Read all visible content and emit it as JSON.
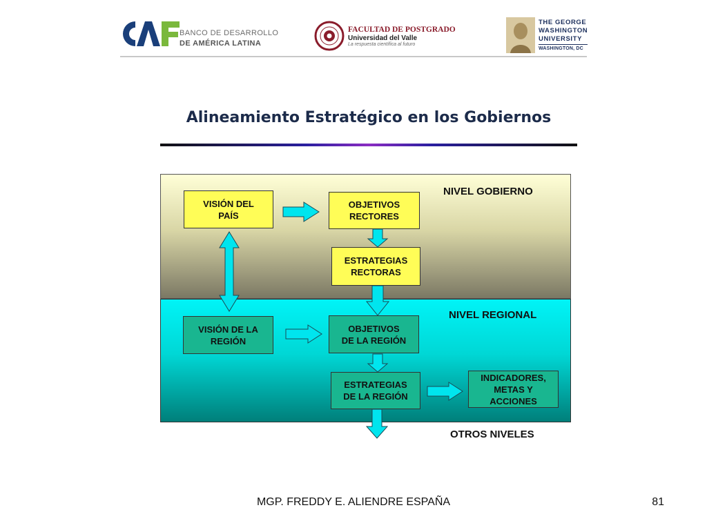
{
  "header": {
    "caf": {
      "mark": "CAF",
      "line1": "BANCO DE DESARROLLO",
      "line2": "DE AMÉRICA LATINA"
    },
    "valle": {
      "line1": "FACULTAD DE POSTGRADO",
      "line2": "Universidad del Valle",
      "line3": "La respuesta científica al futuro"
    },
    "gwu": {
      "line1": "THE GEORGE",
      "line2": "WASHINGTON",
      "line3": "UNIVERSITY",
      "line4": "WASHINGTON, DC"
    }
  },
  "title": "Alineamiento Estratégico en los Gobiernos",
  "diagram": {
    "levels": {
      "gobierno": "NIVEL GOBIERNO",
      "regional": "NIVEL REGIONAL",
      "otros": "OTROS NIVELES"
    },
    "nodes": {
      "vision_pais": "VISIÓN DEL\nPAÍS",
      "objetivos_rectores": "OBJETIVOS\nRECTORES",
      "estrategias_rectoras": "ESTRATEGIAS\nRECTORAS",
      "vision_region": "VISIÓN DE LA\nREGIÓN",
      "objetivos_region": "OBJETIVOS\nDE LA REGIÓN",
      "estrategias_region": "ESTRATEGIAS\nDE LA REGIÓN",
      "indicadores": "INDICADORES,\nMETAS Y\nACCIONES"
    },
    "colors": {
      "node_gobierno": "#fffd57",
      "node_regional": "#19b690",
      "arrow": "#00e5ee"
    }
  },
  "footer": {
    "author": "MGP. FREDDY E. ALIENDRE ESPAÑA",
    "page": "81"
  }
}
